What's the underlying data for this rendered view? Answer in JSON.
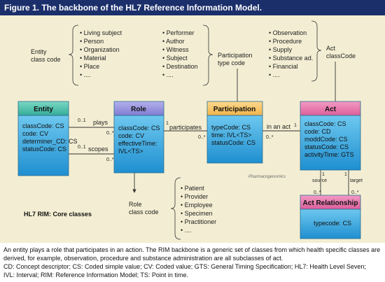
{
  "title": "Figure 1. The backbone of the HL7 Reference Information Model.",
  "diagram": {
    "entity_class_code_label": [
      "Entity",
      "class code"
    ],
    "entity_class_codes": [
      "• Living subject",
      "• Person",
      "• Organization",
      "• Material",
      "• Place",
      "• ...."
    ],
    "participation_type_code_label": [
      "Participation",
      "type code"
    ],
    "participation_type_codes": [
      "• Performer",
      "• Author",
      "• Witness",
      "• Subject",
      "• Destination",
      "• ...."
    ],
    "act_class_code_label": [
      "Act",
      "classCode"
    ],
    "act_class_codes": [
      "• Observation",
      "• Procedure",
      "• Supply",
      "• Substance ad.",
      "• Financial",
      "• ...."
    ],
    "role_class_code_label": [
      "Role",
      "class code"
    ],
    "role_class_codes": [
      "• Patient",
      "• Provider",
      "• Employee",
      "• Specimen",
      "• Practitioner",
      "• ...."
    ],
    "core_classes_label": "HL7 RIM: Core classes",
    "watermark": "Pharmacogenomics",
    "classes": {
      "entity": {
        "name": "Entity",
        "attrs": [
          "classCode: CS",
          "code: CV",
          "determiner_CD: CS",
          "statusCode: CS"
        ]
      },
      "role": {
        "name": "Role",
        "attrs": [
          "classCode: CS",
          "code: CV",
          "effectiveTime:",
          "IVL<TS>"
        ]
      },
      "participation": {
        "name": "Participation",
        "attrs": [
          "typeCode: CS",
          "time: IVL<TS>",
          "statusCode: CS"
        ]
      },
      "act": {
        "name": "Act",
        "attrs": [
          "classCode: CS",
          "code: CD",
          "moddCode: CS",
          "statusCode: CS",
          "activityTime: GTS"
        ]
      },
      "act_relationship": {
        "name": "Act Relationship",
        "attrs": [
          "typecode: CS"
        ]
      }
    },
    "assoc": {
      "plays": "plays",
      "scopes": "scopes",
      "participates": "participates",
      "in_an_act": "in an act",
      "source": "source",
      "target": "target",
      "one": "1",
      "zero_one": "0..1",
      "zero_many": "0..*"
    }
  },
  "caption": {
    "line1": "An entity plays a role that participates in an action. The RIM backbone is a generic set of classes from which health specific classes are",
    "line2": "derived, for example, observation, procedure and substance administration are all subclasses of act.",
    "line3": "CD: Concept descriptor; CS: Coded simple value; CV: Coded value; GTS: General Timing Specification; HL7: Health Level Seven;",
    "line4": "IVL: Interval; RIM: Reference Information Model; TS: Point in time."
  },
  "colors": {
    "title_bg": "#1b2f6b",
    "panel_bg": "#f3eed3",
    "entity_header": "#3fb8a4",
    "role_header": "#8a86d8",
    "participation_header": "#f5bf5a",
    "act_header": "#e46ea4",
    "class_body": "#2ea1dc"
  }
}
